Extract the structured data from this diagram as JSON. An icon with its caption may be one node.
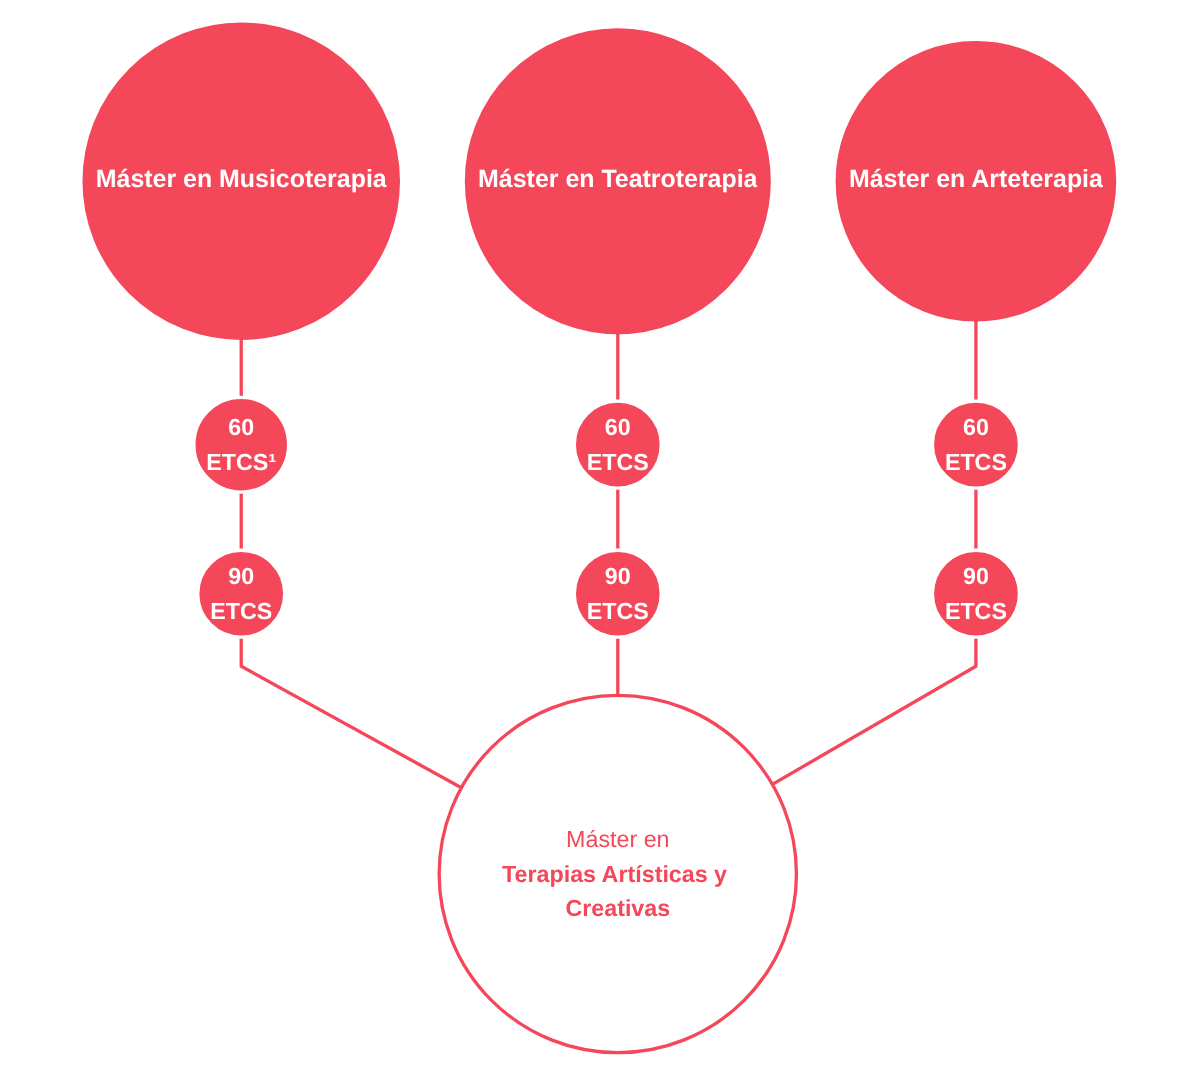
{
  "diagram": {
    "nodes": [
      {
        "text": [
          "Máster en Musicoterapia"
        ]
      },
      {
        "text": [
          "Máster en Teatroterapia"
        ]
      },
      {
        "text": [
          "Máster en Arteterapia"
        ]
      },
      {
        "text": [
          "60",
          "ETCS¹"
        ]
      },
      {
        "text": [
          "60",
          "ETCS"
        ]
      },
      {
        "text": [
          "60",
          "ETCS"
        ]
      },
      {
        "text": [
          "90",
          "ETCS"
        ]
      },
      {
        "text": [
          "90",
          "ETCS"
        ]
      },
      {
        "text": [
          "Máster en",
          "Terapias Artísticas y Creativas"
        ]
      },
      {
        "text": [
          "90",
          "ETCS"
        ]
      }
    ],
    "edges": [
      {
        "from": 0,
        "to": 3,
        "arrow": "none"
      },
      {
        "from": 3,
        "to": 7,
        "arrow": "none"
      },
      {
        "from": 7,
        "to": 8,
        "arrow": "none"
      },
      {
        "from": 1,
        "to": 4,
        "arrow": "none"
      },
      {
        "from": 4,
        "to": 6,
        "arrow": "none"
      },
      {
        "from": 6,
        "to": 8,
        "arrow": "none"
      },
      {
        "from": 2,
        "to": 5,
        "arrow": "none"
      },
      {
        "from": 5,
        "to": 9,
        "arrow": "none"
      },
      {
        "from": 9,
        "to": 8,
        "arrow": "none"
      }
    ]
  }
}
